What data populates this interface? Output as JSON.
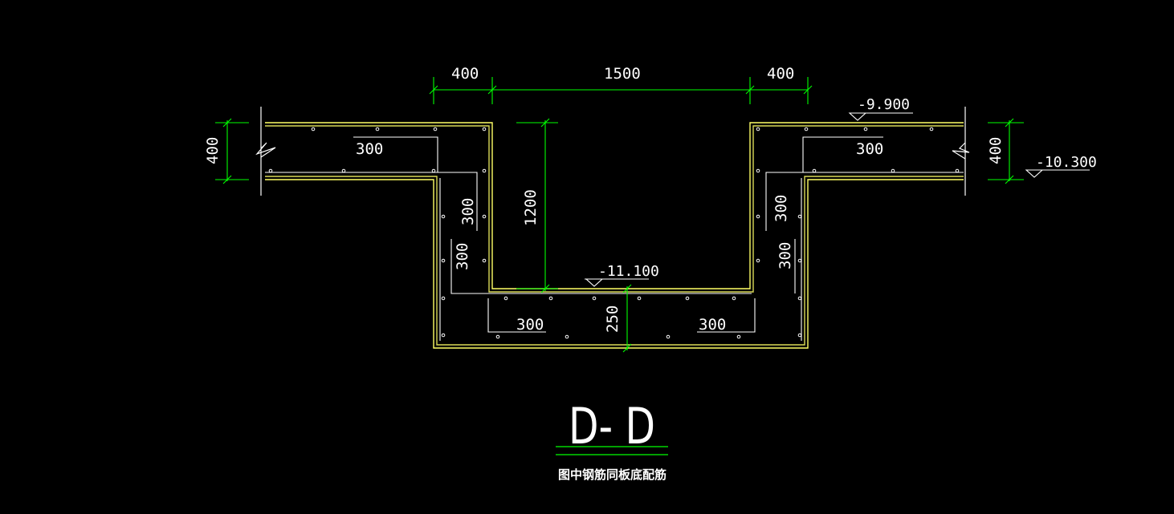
{
  "colors": {
    "background": "#000000",
    "concrete_outline": "#ffff66",
    "rebar": "#ffffff",
    "dimension": "#00ff00",
    "text": "#ffffff"
  },
  "dimensions": {
    "top_left": "400",
    "top_middle": "1500",
    "top_right": "400",
    "slab_left": "400",
    "slab_right": "400",
    "pit_depth": "1200",
    "bottom_thickness": "250"
  },
  "rebar_labels": {
    "top_left": "300",
    "top_right": "300",
    "wall_left_outer": "300",
    "wall_left_inner": "300",
    "wall_right_outer": "300",
    "wall_right_inner": "300",
    "bottom_left": "300",
    "bottom_right": "300"
  },
  "elevations": {
    "top": "-9.900",
    "right": "-10.300",
    "pit_bottom": "-11.100"
  },
  "section": {
    "title": "D- D",
    "note": "图中钢筋同板底配筋"
  }
}
